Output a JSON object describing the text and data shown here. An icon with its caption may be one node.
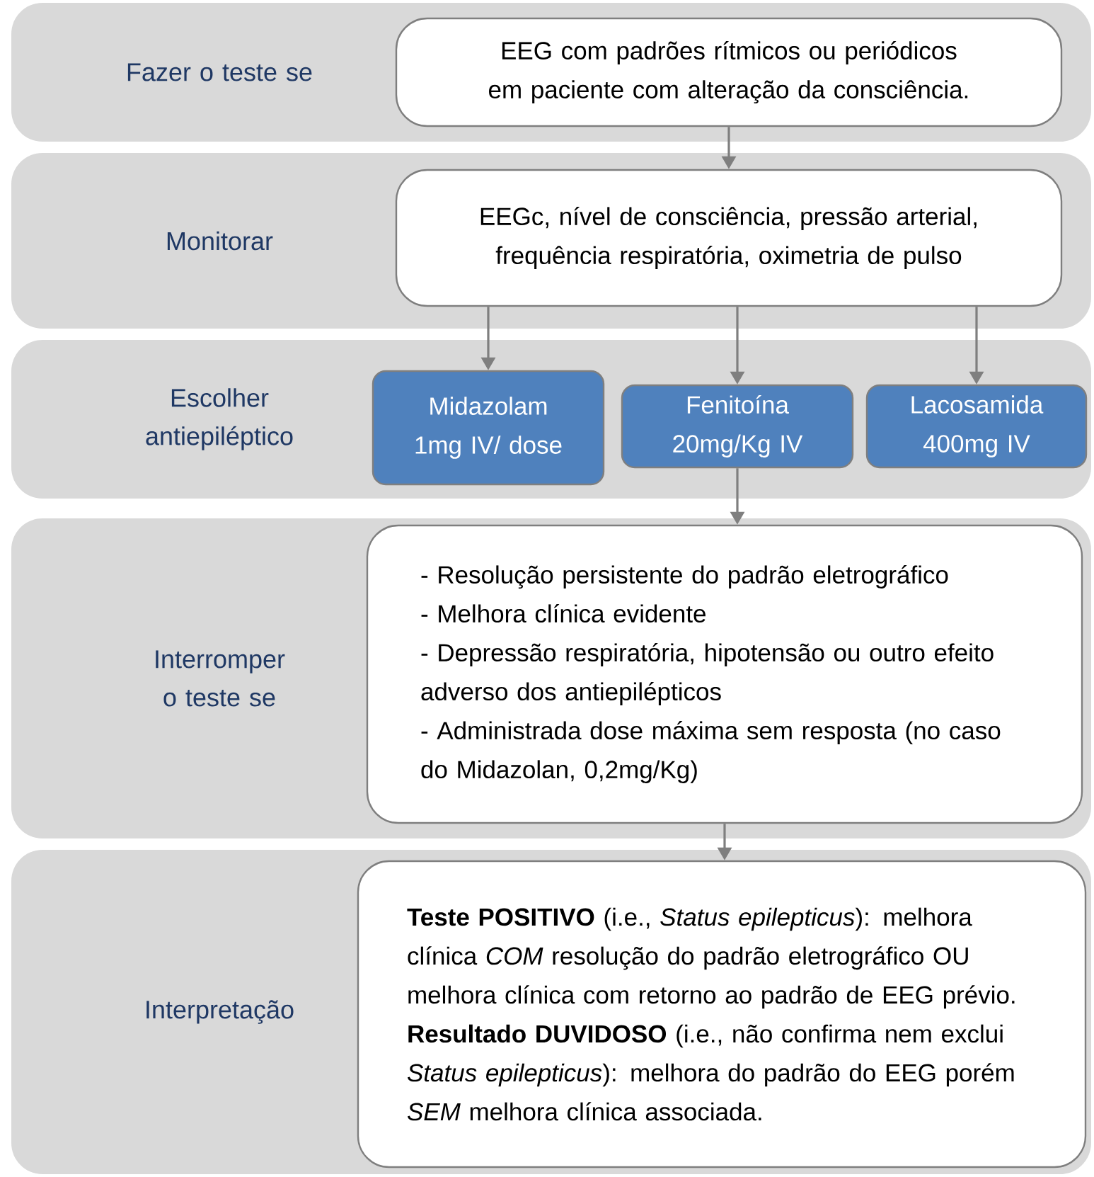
{
  "diagram": {
    "nodes": [
      {
        "text": [
          "Fazer o teste se"
        ]
      },
      {
        "text": [
          "EEG com padrões rítmicos ou periódicos em paciente com alteração da consciência."
        ],
        "in": 0
      },
      {
        "text": [
          "Monitorar"
        ]
      },
      {
        "text": [
          "EEGc, nível de consciência, pressão arterial, frequência respiratória, oximetria de pulso"
        ],
        "in": 2
      },
      {
        "text": [
          "Escolher antiepiléptico"
        ]
      },
      {
        "text": [
          "Midazolam 1mg IV/ dose"
        ],
        "in": 4
      },
      {
        "text": [
          "Fenitoína 20mg/Kg IV"
        ],
        "in": 4
      },
      {
        "text": [
          "Lacosamida 400mg IV"
        ],
        "in": 4
      },
      {
        "text": [
          "Interromper o teste se"
        ]
      },
      {
        "text": [
          "- Resolução persistente do padrão eletrográfico",
          "- Melhora clínica evidente",
          "- Depressão respiratória, hipotensão ou outro efeito adverso dos antiepilépticos",
          "- Administrada dose máxima sem resposta (no caso do Midazolan, 0,2mg/Kg)"
        ],
        "in": 8
      },
      {
        "text": [
          "Interpretação"
        ]
      },
      {
        "text": [
          "**Teste POSITIVO** (i.e., *Status epilepticus*): melhora clínica *COM* resolução do padrão eletrográfico OU melhora clínica com retorno ao padrão de EEG prévio.",
          "**Resultado DUVIDOSO** (i.e., não confirma nem exclui *Status epilepticus*): melhora do padrão do EEG porém *SEM* melhora clínica associada."
        ],
        "in": 10
      }
    ],
    "edges": [
      {
        "from": 1,
        "to": 3,
        "arrow": "to"
      },
      {
        "from": 3,
        "to": 5,
        "arrow": "to"
      },
      {
        "from": 3,
        "to": 6,
        "arrow": "to"
      },
      {
        "from": 3,
        "to": 7,
        "arrow": "to"
      },
      {
        "from": 6,
        "to": 9,
        "arrow": "to"
      },
      {
        "from": 9,
        "to": 11,
        "arrow": "to"
      }
    ]
  }
}
